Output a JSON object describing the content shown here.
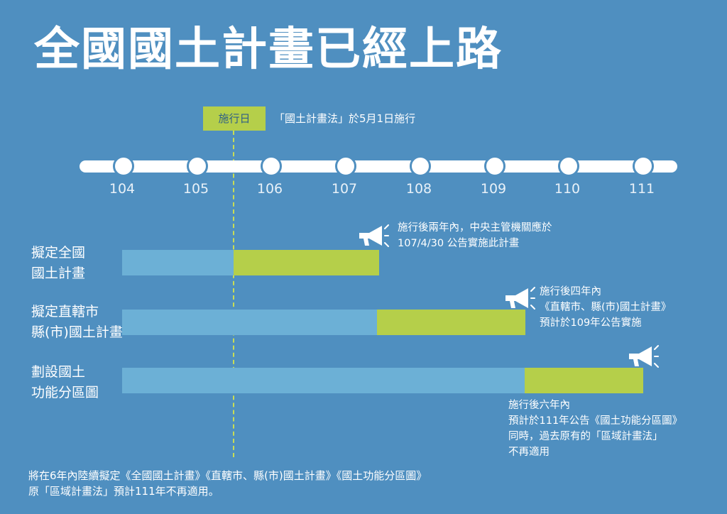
{
  "title": "全國國土計畫已經上路",
  "effective": {
    "badge": "施行日",
    "note": "「國土計畫法」於5月1日施行"
  },
  "timeline": {
    "years": [
      "104",
      "105",
      "106",
      "107",
      "108",
      "109",
      "110",
      "111"
    ]
  },
  "rows": [
    {
      "label_line1": "擬定全國",
      "label_line2": "國土計畫",
      "note_lines": [
        "施行後兩年內，中央主管機關應於",
        "107/4/30 公告實施此計畫"
      ]
    },
    {
      "label_line1": "擬定直轄市",
      "label_line2": "縣(市)國土計畫",
      "note_lines": [
        "施行後四年內",
        "《直轄市、縣(市)國土計畫》",
        "預計於109年公告實施"
      ]
    },
    {
      "label_line1": "劃設國土",
      "label_line2": "功能分區圖",
      "note_lines": [
        "施行後六年內",
        "預計於111年公告《國土功能分區圖》",
        "同時，過去原有的「區域計畫法」",
        "不再適用"
      ]
    }
  ],
  "footer": {
    "line1": "將在6年內陸續擬定《全國國土計畫》《直轄市、縣(市)國土計畫》《國土功能分區圖》",
    "line2": "原「區域計畫法」預計111年不再適用。"
  },
  "colors": {
    "background": "#4f8fc0",
    "bar_base": "#6cb0d6",
    "bar_fill": "#b5cf4a",
    "accent_line": "#c8dc55"
  },
  "icons": [
    "megaphone-icon"
  ]
}
